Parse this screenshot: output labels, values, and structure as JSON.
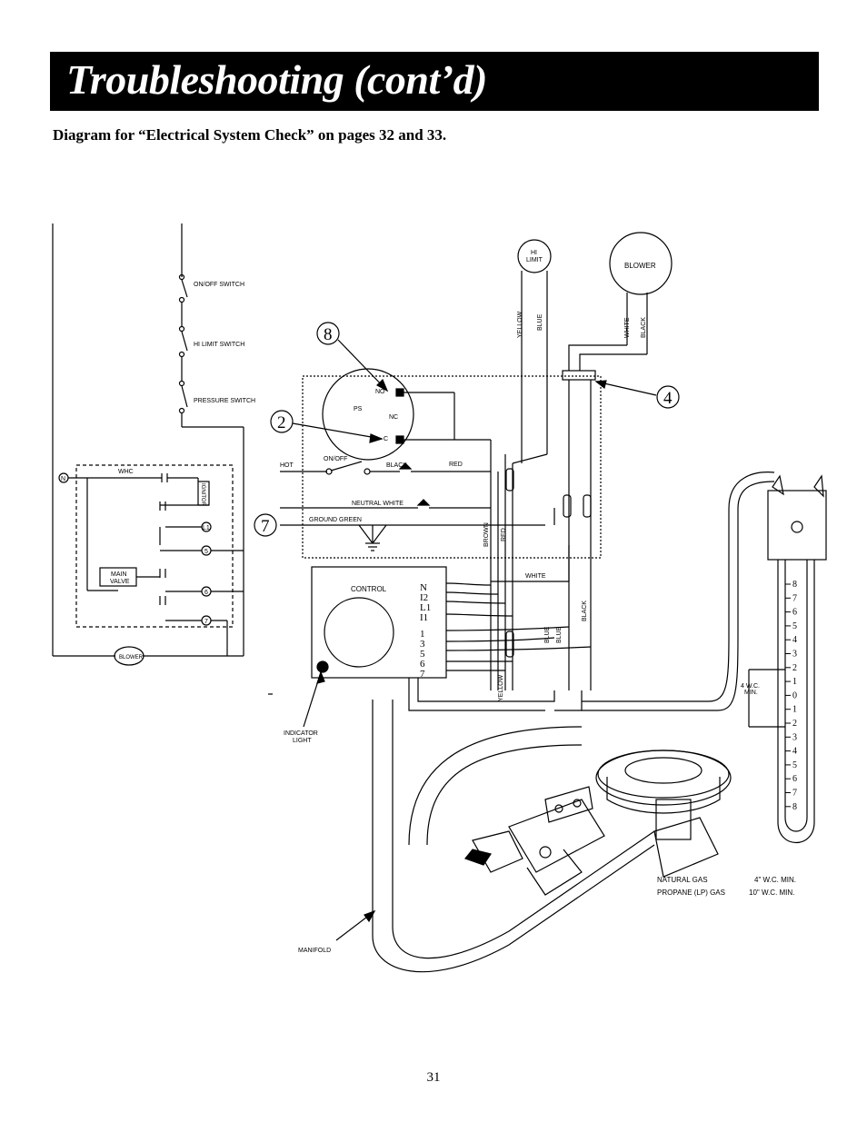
{
  "header": {
    "title": "Troubleshooting (cont’d)"
  },
  "subtitle": "Diagram for “Electrical System Check” on pages 32 and 33.",
  "ladder": {
    "on_off_switch": "ON/OFF SWITCH",
    "hi_limit_switch": "HI LIMIT SWITCH",
    "pressure_switch": "PRESSURE SWITCH",
    "n": "N",
    "whc": "WHC",
    "ignitor": "IGNITOR",
    "l1": "L1",
    "t5": "5",
    "t6": "6",
    "t7": "7",
    "main_valve_1": "MAIN",
    "main_valve_2": "VALVE",
    "blower": "BLOWER"
  },
  "wiring": {
    "hi_limit_1": "HI",
    "hi_limit_2": "LIMIT",
    "blower": "BLOWER",
    "yellow": "YELLOW",
    "blue": "BLUE",
    "white": "WHITE",
    "black": "BLACK",
    "no": "NO",
    "ps": "PS",
    "nc": "NC",
    "c": "C",
    "hot": "HOT",
    "on_off": "ON/OFF",
    "black_h": "BLACK",
    "red_h": "RED",
    "neutral_white": "NEUTRAL WHITE",
    "ground_green": "GROUND GREEN",
    "brown": "BROWN",
    "red_v": "RED",
    "white_h": "WHITE",
    "control": "CONTROL",
    "terminals": [
      "N",
      "I2",
      "L1",
      "I1",
      "1",
      "3",
      "5",
      "6",
      "7"
    ],
    "blue_a": "BLUE",
    "blue_b": "BLUE",
    "black_v": "BLACK",
    "yellow_b": "YELLOW",
    "indicator_1": "INDICATOR",
    "indicator_2": "LIGHT",
    "manifold": "MANIFOLD"
  },
  "callouts": {
    "c8": "8",
    "c2": "2",
    "c7": "7",
    "c4": "4"
  },
  "manometer": {
    "scale_upper": [
      "8",
      "7",
      "6",
      "5",
      "4",
      "3",
      "2",
      "1"
    ],
    "zero": "0",
    "scale_lower": [
      "1",
      "2",
      "3",
      "4",
      "5",
      "6",
      "7",
      "8"
    ],
    "min_1": "4 W.C.",
    "min_2": "MIN.",
    "natural_gas": "NATURAL GAS",
    "natural_gas_value": "4\" W.C. MIN.",
    "propane": "PROPANE (LP) GAS",
    "propane_value": "10\" W.C. MIN."
  },
  "footer": {
    "page_number": "31"
  }
}
